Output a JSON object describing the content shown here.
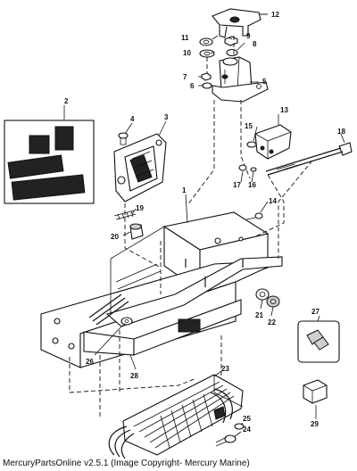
{
  "caption": "MercuryPartsOnline v2.5.1 (Image Copyright- Mercury Marine)",
  "parts": [
    "1",
    "2",
    "3",
    "4",
    "5",
    "6",
    "7",
    "8",
    "9",
    "10",
    "11",
    "12",
    "13",
    "14",
    "15",
    "16",
    "17",
    "18",
    "19",
    "20",
    "21",
    "22",
    "23",
    "24",
    "25",
    "26",
    "27",
    "28",
    "29"
  ]
}
